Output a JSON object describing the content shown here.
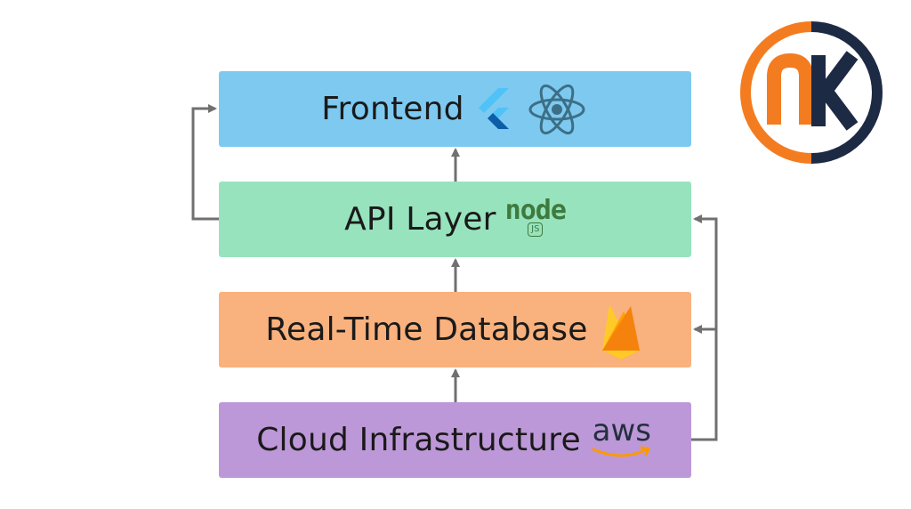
{
  "colors": {
    "frontend": "#7ec9f0",
    "api": "#97e3bd",
    "database": "#f9b17d",
    "cloud": "#bd98d8",
    "arrow": "#707070",
    "nk_orange": "#f47c20",
    "nk_navy": "#1d2a44",
    "flutter_light": "#4fc3f7",
    "flutter_dark": "#0d5ea8",
    "react": "#3c6f86",
    "node_green": "#3e7a3e",
    "firebase_yellow": "#ffca28",
    "firebase_orange": "#f5820d",
    "aws_orange": "#ff9900",
    "aws_text": "#232f3e"
  },
  "layers": [
    {
      "id": "frontend",
      "label": "Frontend",
      "icons": [
        "flutter-icon",
        "react-icon"
      ]
    },
    {
      "id": "api",
      "label": "API Layer",
      "icons": [
        "nodejs-icon"
      ]
    },
    {
      "id": "database",
      "label": "Real-Time Database",
      "icons": [
        "firebase-icon"
      ]
    },
    {
      "id": "cloud",
      "label": "Cloud Infrastructure",
      "icons": [
        "aws-icon"
      ]
    }
  ],
  "logo_text": {
    "nodejs": "node",
    "nodejs_badge": "JS",
    "aws": "aws"
  },
  "brand_logo": "nk-logo"
}
